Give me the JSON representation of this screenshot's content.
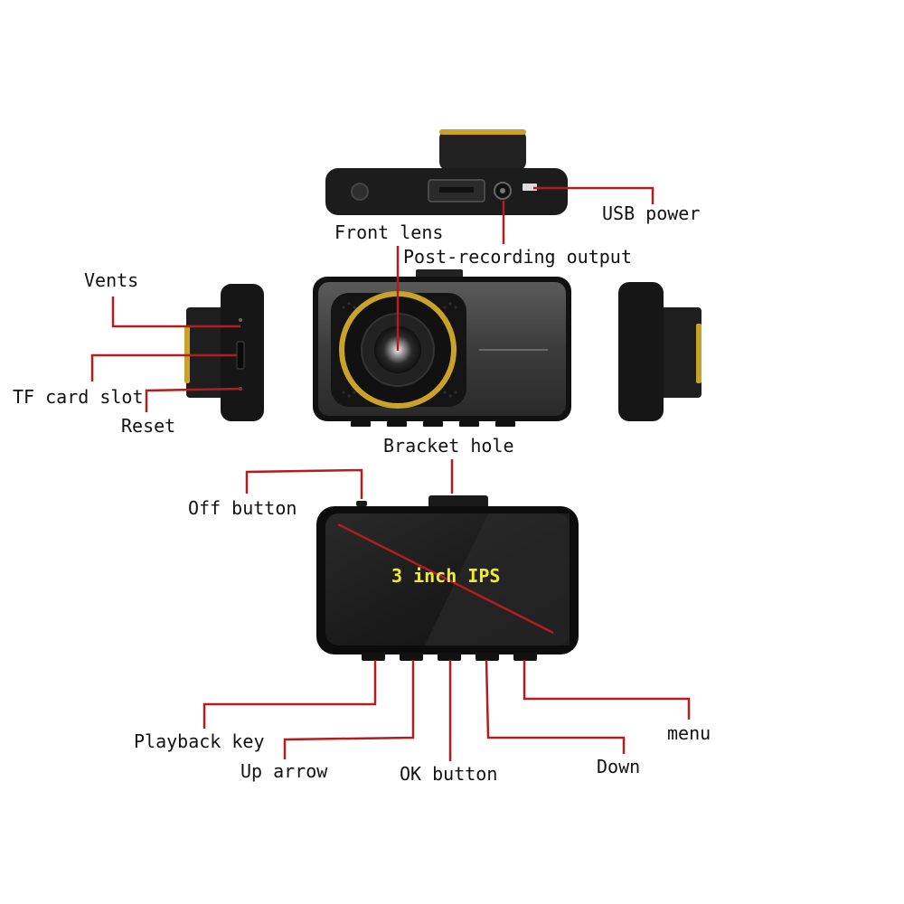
{
  "labels": {
    "usb_power": "USB power",
    "front_lens": "Front lens",
    "post_recording_output": "Post-recording output",
    "vents": "Vents",
    "tf_card_slot": "TF card slot",
    "reset": "Reset",
    "bracket_hole": "Bracket hole",
    "off_button": "Off button",
    "screen": "3 inch IPS",
    "playback_key": "Playback key",
    "up_arrow": "Up arrow",
    "ok_button": "OK button",
    "down": "Down",
    "menu": "menu"
  },
  "colors": {
    "leader_line": "#b31d1d",
    "screen_label": "#f1ec2a",
    "lens_ring": "#c9a227",
    "body": "#1c1c1c"
  }
}
